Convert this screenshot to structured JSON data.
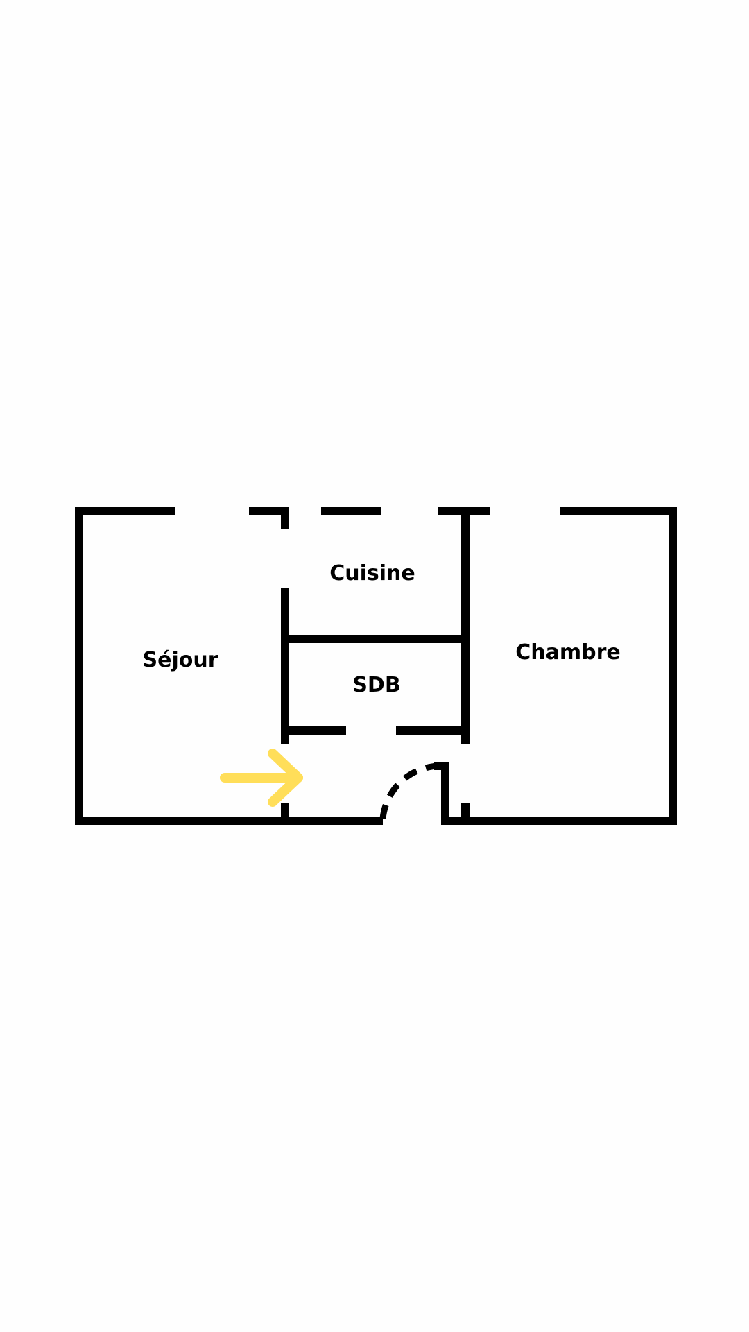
{
  "floorplan": {
    "rooms": [
      {
        "id": "sejour",
        "label": "Séjour"
      },
      {
        "id": "cuisine",
        "label": "Cuisine"
      },
      {
        "id": "sdb",
        "label": "SDB"
      },
      {
        "id": "chambre",
        "label": "Chambre"
      }
    ],
    "colors": {
      "wall": "#000000",
      "arrow": "#FFDE59",
      "background": "#FEFEFE"
    },
    "icons": {
      "entrance": "arrow-right-icon",
      "door": "door-swing-icon"
    }
  }
}
